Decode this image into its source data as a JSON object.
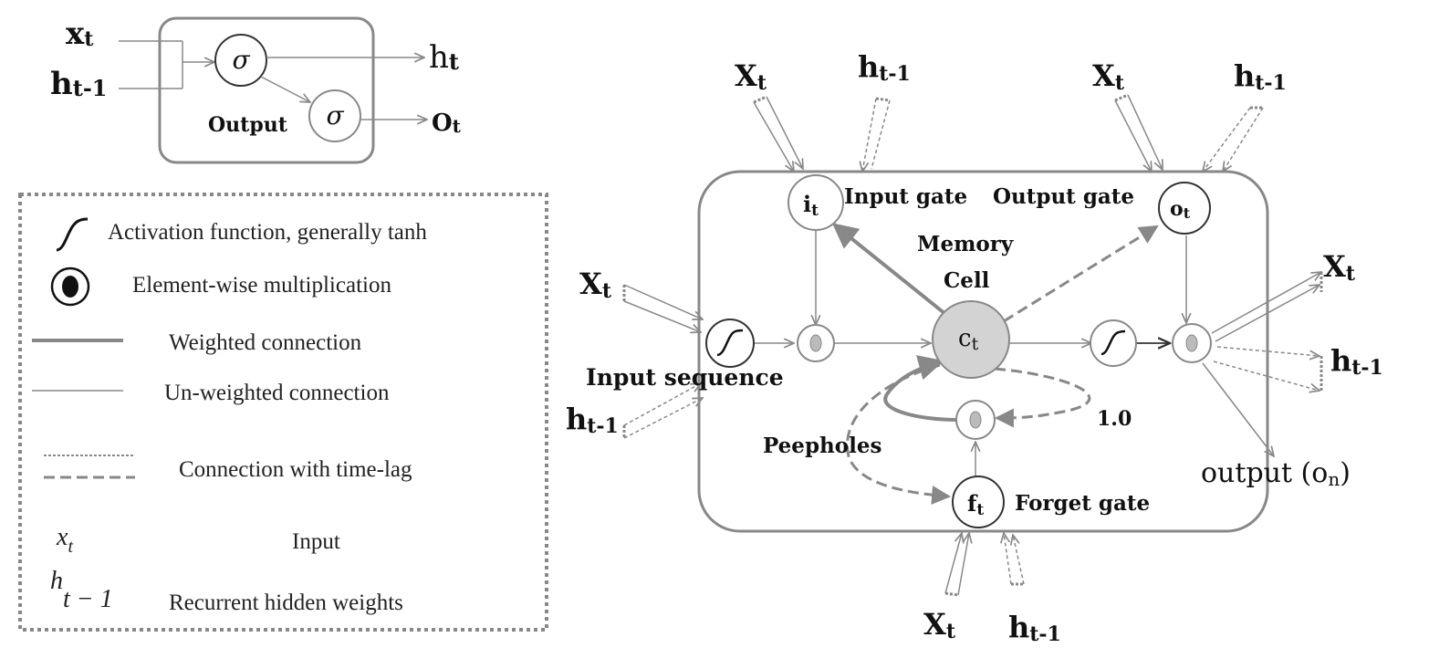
{
  "colors": {
    "line": "#888888",
    "dark": "#555555",
    "cell_fill": "#d3d3d3",
    "text": "#111111"
  },
  "neuron": {
    "input_x": "x",
    "input_x_sub": "t",
    "input_h": "h",
    "input_h_sub": "t-1",
    "sigma1": "σ",
    "sigma2": "σ",
    "output_h": "h",
    "output_h_sub": "t",
    "output_label": "Output",
    "output_o": "O",
    "output_o_sub": "t"
  },
  "legend": {
    "items": [
      {
        "icon": "activation-function-icon",
        "text": "Activation function, generally tanh"
      },
      {
        "icon": "element-wise-multiplication-icon",
        "text": "Element-wise multiplication"
      },
      {
        "icon": "weighted-connection-line",
        "text": "Weighted connection"
      },
      {
        "icon": "unweighted-connection-line",
        "text": "Un-weighted connection"
      },
      {
        "icon": "time-lag-connection-line",
        "text": "Connection with time-lag"
      },
      {
        "icon": "xt-symbol",
        "text": "Input"
      },
      {
        "icon": "ht-1-symbol",
        "text": "Recurrent hidden weights"
      }
    ],
    "sym_x": "x",
    "sym_x_sub": "t",
    "sym_h": "h",
    "sym_h_sub": "t − 1"
  },
  "lstm": {
    "x": "X",
    "x_sub": "t",
    "h": "h",
    "h_sub": "t-1",
    "input_gate_sym": "i",
    "input_gate_sub": "t",
    "output_gate_sym": "o",
    "output_gate_sub": "t",
    "forget_gate_sym": "f",
    "forget_gate_sub": "t",
    "cell_sym": "c",
    "cell_sub": "t",
    "input_gate_label": "Input gate",
    "output_gate_label": "Output gate",
    "memory_label": "Memory",
    "cell_label": "Cell",
    "input_seq_label": "Input sequence",
    "peepholes_label": "Peepholes",
    "one_label": "1.0",
    "forget_gate_label": "Forget gate",
    "output_label": "output (o",
    "output_label_sub": "n",
    "output_label_close": ")"
  }
}
